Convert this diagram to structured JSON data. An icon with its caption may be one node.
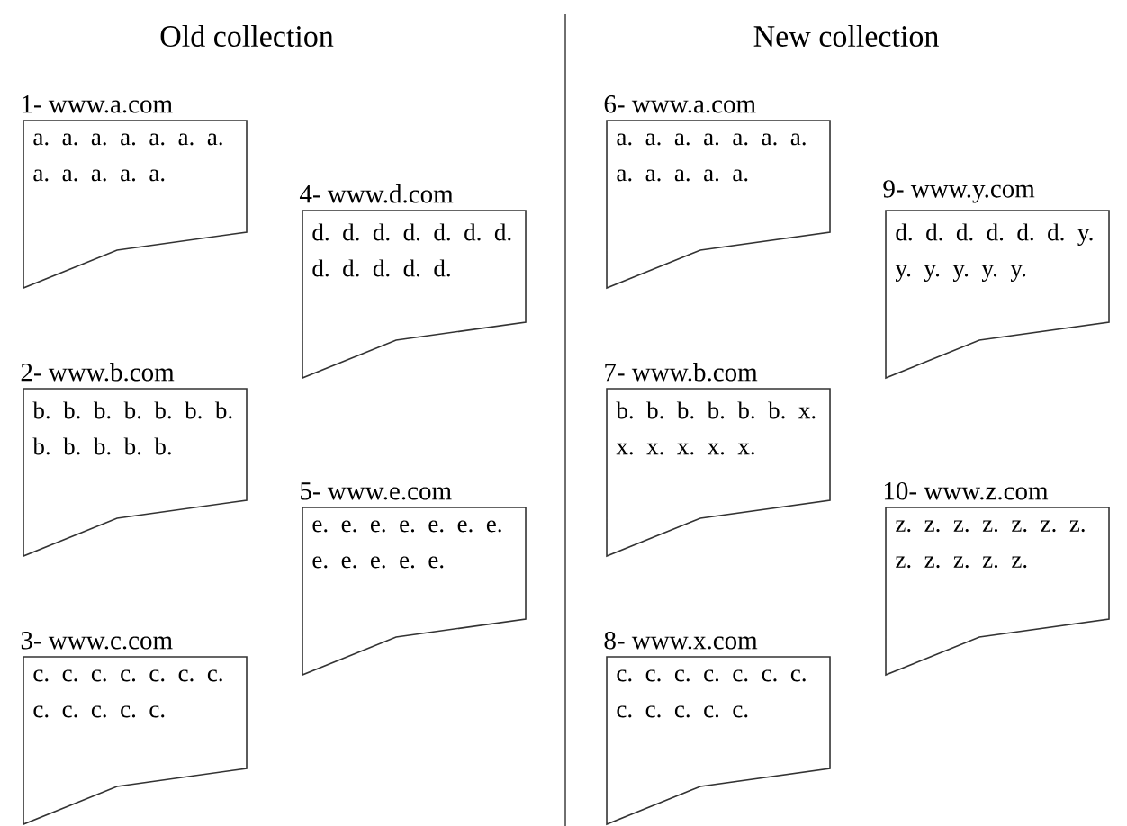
{
  "diagram": {
    "nodes": [
      {
        "text": [
          "1- www.a.com",
          "a. a. a. a. a. a. a. a. a. a. a. a."
        ]
      },
      {
        "text": [
          "2- www.b.com",
          "b. b. b. b. b. b. b. b. b. b. b. b."
        ]
      },
      {
        "text": [
          "3- www.c.com",
          "c. c. c. c. c. c. c. c. c. c. c. c."
        ]
      },
      {
        "text": [
          "4- www.d.com",
          "d. d. d. d. d. d. d. d. d. d. d. d."
        ]
      },
      {
        "text": [
          "5- www.e.com",
          "e. e. e. e. e. e. e. e. e. e. e. e."
        ]
      },
      {
        "text": [
          "6- www.a.com",
          "a. a. a. a. a. a. a. a. a. a. a. a."
        ]
      },
      {
        "text": [
          "7- www.b.com",
          "b. b. b. b. b. b. x. x. x. x. x. x."
        ]
      },
      {
        "text": [
          "8- www.x.com",
          "c. c. c. c. c. c. c. c. c. c. c. c."
        ]
      },
      {
        "text": [
          "9- www.y.com",
          "d. d. d. d. d. d. y. y. y. y. y. y."
        ]
      },
      {
        "text": [
          "10- www.z.com",
          "z. z. z. z. z. z. z. z. z. z. z. z."
        ]
      }
    ],
    "labels": [
      "Old collection",
      "New collection"
    ]
  }
}
